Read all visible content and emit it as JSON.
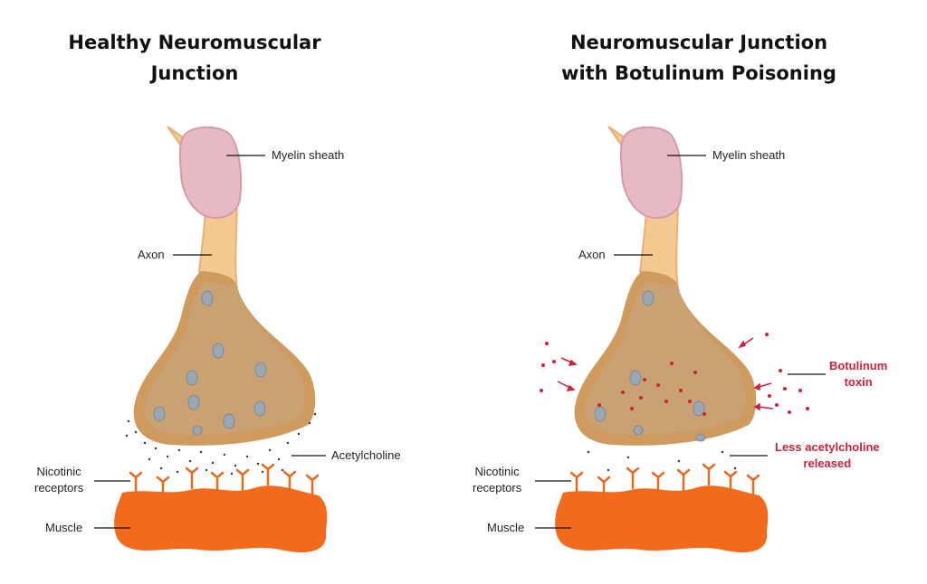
{
  "left_panel": {
    "title_line1": "Healthy Neuromuscular",
    "title_line2": "Junction",
    "labels": {
      "myelin": "Myelin sheath",
      "axon": "Axon",
      "acetylcholine": "Acetylcholine",
      "nicotinic_line1": "Nicotinic",
      "nicotinic_line2": "receptors",
      "muscle": "Muscle"
    }
  },
  "right_panel": {
    "title_line1": "Neuromuscular  Junction",
    "title_line2": "with Botulinum Poisoning",
    "labels": {
      "myelin": "Myelin sheath",
      "axon": "Axon",
      "toxin_line1": "Botulinum",
      "toxin_line2": "toxin",
      "less_line1": "Less acetylcholine",
      "less_line2": "released",
      "nicotinic_line1": "Nicotinic",
      "nicotinic_line2": "receptors",
      "muscle": "Muscle"
    }
  },
  "colors": {
    "myelin": "#e7b9c3",
    "axon_fill": "#f3c98f",
    "terminal_inner": "#c9a173",
    "terminal_rim": "#cf9a5e",
    "vesicle": "#9aa7b3",
    "muscle": "#f26a1b",
    "receptor": "#e56a1f",
    "toxin": "#d0203a"
  }
}
